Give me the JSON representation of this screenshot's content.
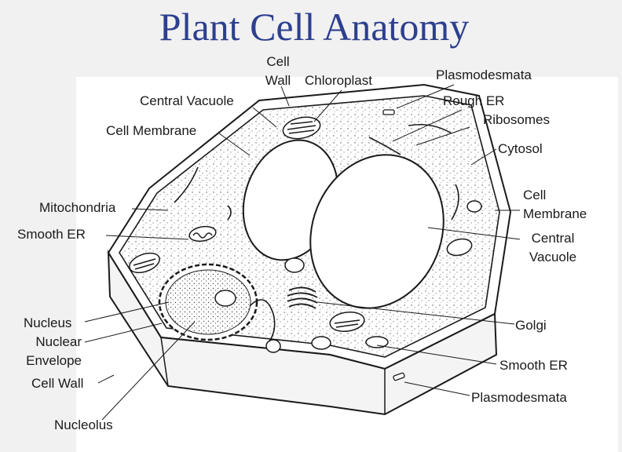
{
  "title": "Plant Cell Anatomy",
  "labels": {
    "cell_wall_top_line1": "Cell",
    "cell_wall_top_line2": "Wall",
    "chloroplast": "Chloroplast",
    "plasmodesmata_top": "Plasmodesmata",
    "central_vacuole_left": "Central Vacuole",
    "rough_er_line1": "Rough ER",
    "rough_er_line2": "Ribosomes",
    "cell_membrane_left": "Cell Membrane",
    "cytosol": "Cytosol",
    "cell_membrane_right_line1": "Cell",
    "cell_membrane_right_line2": "Membrane",
    "mitochondria": "Mitochondria",
    "smooth_er_left": "Smooth ER",
    "central_vacuole_right_line1": "Central",
    "central_vacuole_right_line2": "Vacuole",
    "nucleus": "Nucleus",
    "nuclear_envelope_line1": "Nuclear",
    "nuclear_envelope_line2": "Envelope",
    "golgi": "Golgi",
    "cell_wall_bottom": "Cell Wall",
    "smooth_er_right": "Smooth ER",
    "plasmodesmata_bottom": "Plasmodesmata",
    "nucleolus": "Nucleolus"
  },
  "colors": {
    "title": "#2d3f8e",
    "background": "#f1f1f1",
    "line": "#1a1a1a"
  }
}
